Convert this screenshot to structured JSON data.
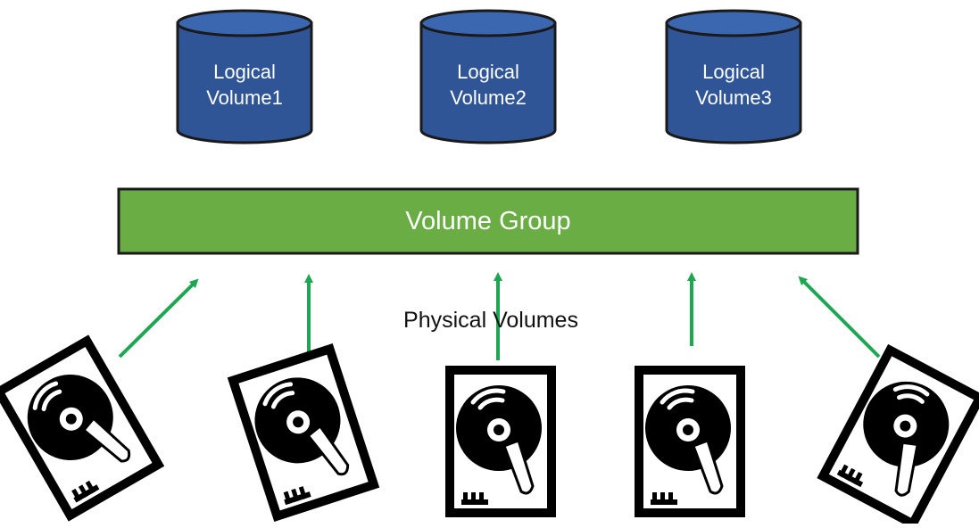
{
  "colors": {
    "logical_volume_fill": "#2f5597",
    "logical_volume_top": "#3b66b0",
    "volume_group_fill": "#6aad45",
    "arrow": "#1fa653",
    "disk": "#000000"
  },
  "logical_volumes": [
    {
      "line1": "Logical",
      "line2": "Volume1"
    },
    {
      "line1": "Logical",
      "line2": "Volume2"
    },
    {
      "line1": "Logical",
      "line2": "Volume3"
    }
  ],
  "volume_group": {
    "label": "Volume Group"
  },
  "physical_volumes": {
    "label": "Physical Volumes"
  }
}
